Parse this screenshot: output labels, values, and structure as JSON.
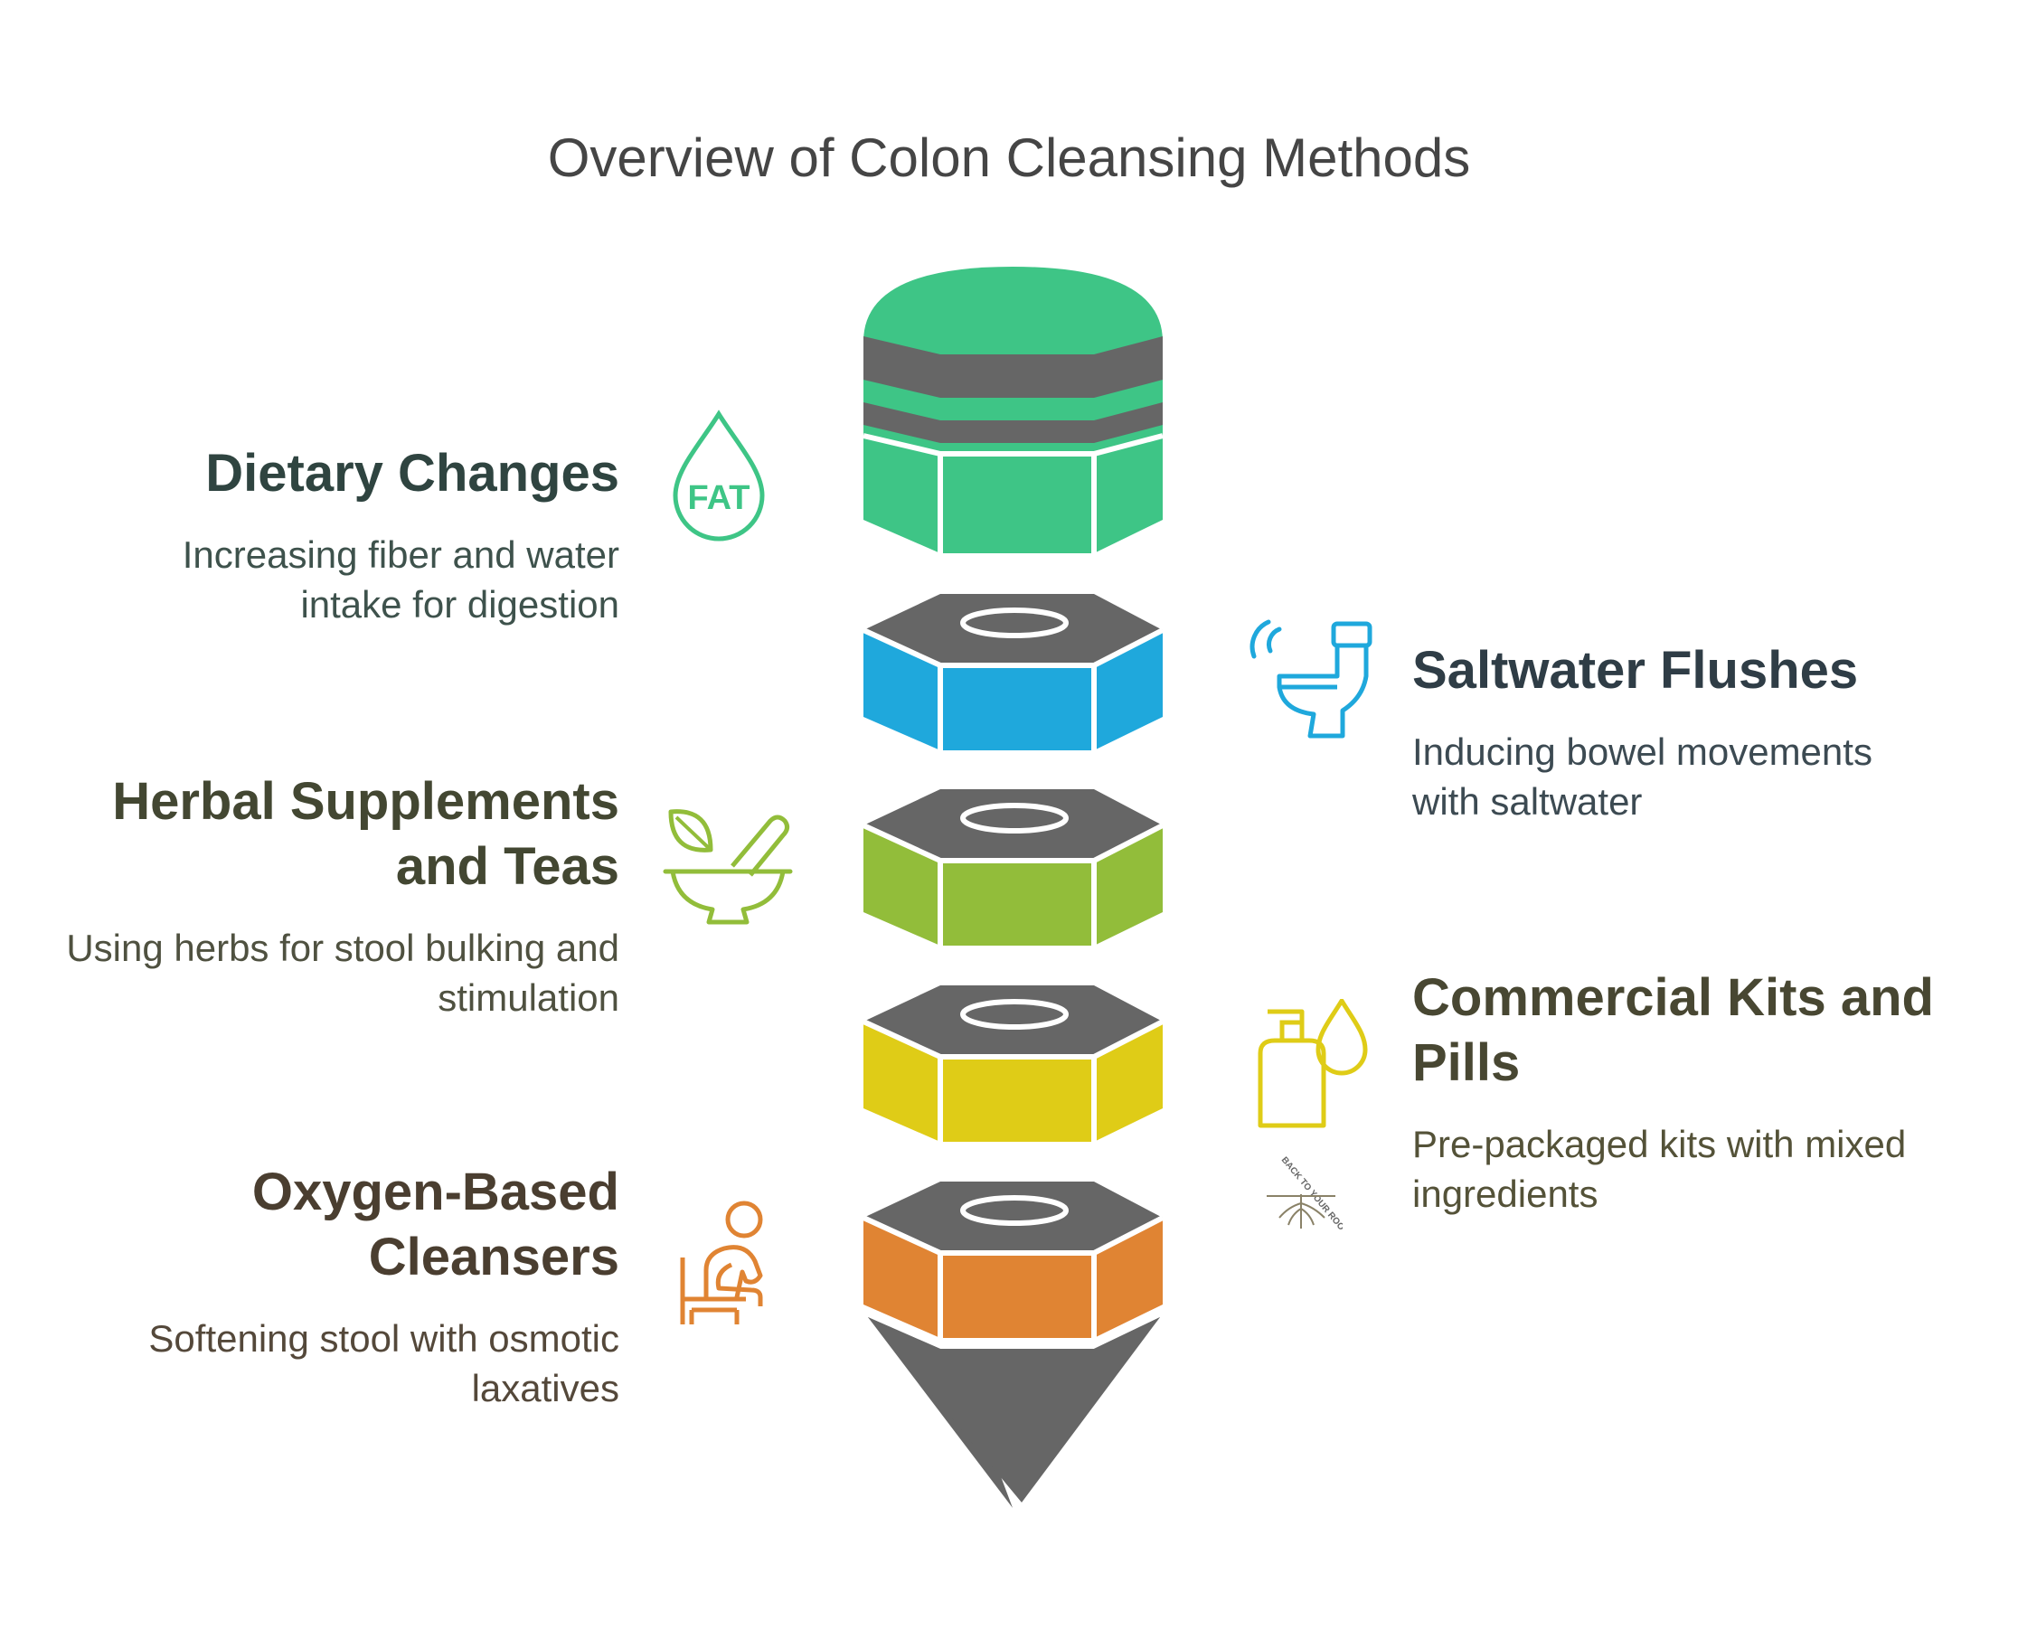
{
  "title": "Overview of Colon Cleansing Methods",
  "colors": {
    "green": "#3ec586",
    "blue": "#1fa8dc",
    "lime": "#92bd3a",
    "yellow": "#dfcc17",
    "orange": "#e08433",
    "gray": "#666666"
  },
  "methods": [
    {
      "title": "Dietary Changes",
      "description": "Increasing fiber and water intake for digestion",
      "icon": "fat-drop-icon",
      "color": "#3ec586"
    },
    {
      "title": "Saltwater Flushes",
      "description": "Inducing bowel movements with saltwater",
      "icon": "toilet-icon",
      "color": "#1fa8dc"
    },
    {
      "title": "Herbal Supplements and Teas",
      "description": "Using herbs for stool bulking and stimulation",
      "icon": "mortar-pestle-leaf-icon",
      "color": "#92bd3a"
    },
    {
      "title": "Commercial Kits and Pills",
      "description": "Pre-packaged kits with mixed ingredients",
      "icon": "soap-bottle-drop-icon",
      "color": "#dfcc17"
    },
    {
      "title": "Oxygen-Based Cleansers",
      "description": "Softening stool with osmotic laxatives",
      "icon": "person-toilet-icon",
      "color": "#e08433"
    }
  ],
  "icon_text": {
    "fat": "FAT",
    "logo": "BACK TO YOUR ROOTS"
  }
}
